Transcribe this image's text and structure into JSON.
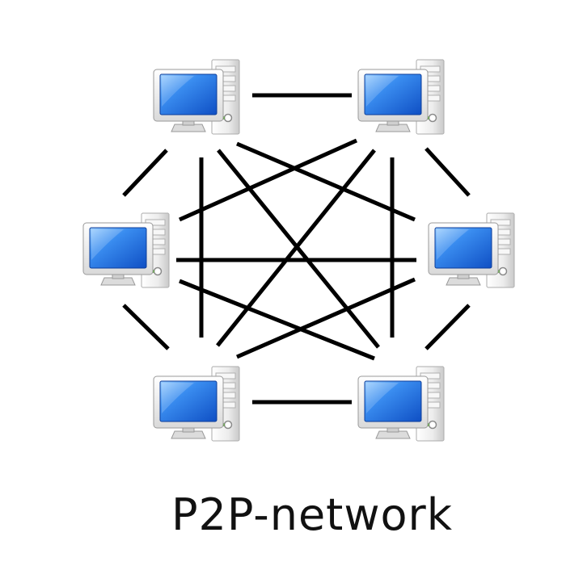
{
  "diagram": {
    "title": "P2P-network",
    "node_icon": "computer-icon",
    "nodes": [
      {
        "id": "n1"
      },
      {
        "id": "n2"
      },
      {
        "id": "n3"
      },
      {
        "id": "n4"
      },
      {
        "id": "n5"
      },
      {
        "id": "n6"
      }
    ],
    "edges": [
      [
        "n1",
        "n2"
      ],
      [
        "n1",
        "n3"
      ],
      [
        "n1",
        "n4"
      ],
      [
        "n1",
        "n5"
      ],
      [
        "n1",
        "n6"
      ],
      [
        "n2",
        "n3"
      ],
      [
        "n2",
        "n4"
      ],
      [
        "n2",
        "n5"
      ],
      [
        "n2",
        "n6"
      ],
      [
        "n3",
        "n4"
      ],
      [
        "n3",
        "n5"
      ],
      [
        "n3",
        "n6"
      ],
      [
        "n4",
        "n5"
      ],
      [
        "n4",
        "n6"
      ],
      [
        "n5",
        "n6"
      ]
    ],
    "colors": {
      "screen_blue": "#1f64d6",
      "screen_light": "#7fc1ff",
      "edge": "#000000",
      "case_gray": "#e6e6e6",
      "led_green": "#6aa84f"
    }
  }
}
